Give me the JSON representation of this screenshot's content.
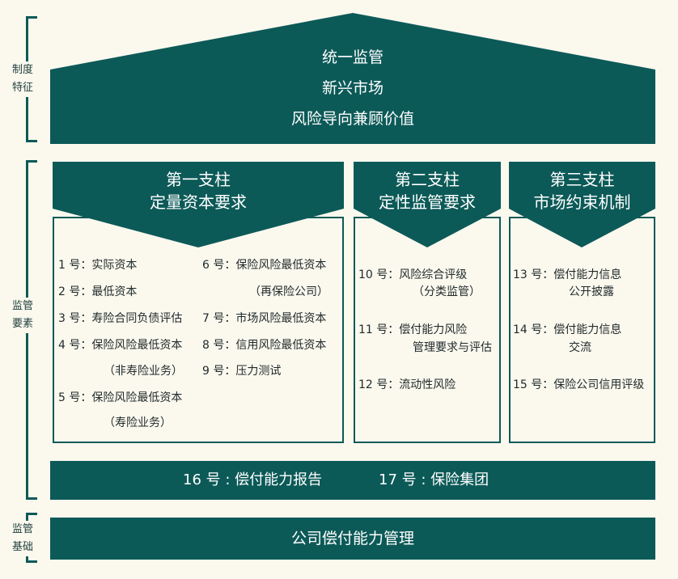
{
  "left_labels": {
    "system": [
      "制度",
      "特征"
    ],
    "regulatory": [
      "监管",
      "要素"
    ],
    "foundation": [
      "监管",
      "基础"
    ]
  },
  "roof": {
    "lines": [
      "统一监管",
      "新兴市场",
      "风险导向兼顾价值"
    ]
  },
  "pillars": [
    {
      "title": [
        "第一支柱",
        "定量资本要求"
      ],
      "left_items": [
        "1 号：实际资本",
        "2 号：最低资本",
        "3 号：寿险合同负债评估",
        "4 号：保险风险最低资本",
        "（非寿险业务）",
        "5 号：保险风险最低资本",
        "（寿险业务）"
      ],
      "right_items": [
        "6 号：保险风险最低资本",
        "（再保险公司）",
        "7 号：市场风险最低资本",
        "8 号：信用风险最低资本",
        "9 号：压力测试"
      ]
    },
    {
      "title": [
        "第二支柱",
        "定性监管要求"
      ],
      "items": [
        "10 号：风险综合评级",
        "（分类监管）",
        "11 号：偿付能力风险",
        "管理要求与评估",
        "12 号：流动性风险"
      ]
    },
    {
      "title": [
        "第三支柱",
        "市场约束机制"
      ],
      "items": [
        "13 号：偿付能力信息",
        "公开披露",
        "14 号：偿付能力信息",
        "交流",
        "15 号：保险公司信用评级"
      ]
    }
  ],
  "bottom_bar": {
    "left": "16 号 : 偿付能力报告",
    "right": "17 号 : 保险集团"
  },
  "foundation_bar": "公司偿付能力管理",
  "colors": {
    "teal": "#0c5a58",
    "background": "#fbf8ee"
  }
}
